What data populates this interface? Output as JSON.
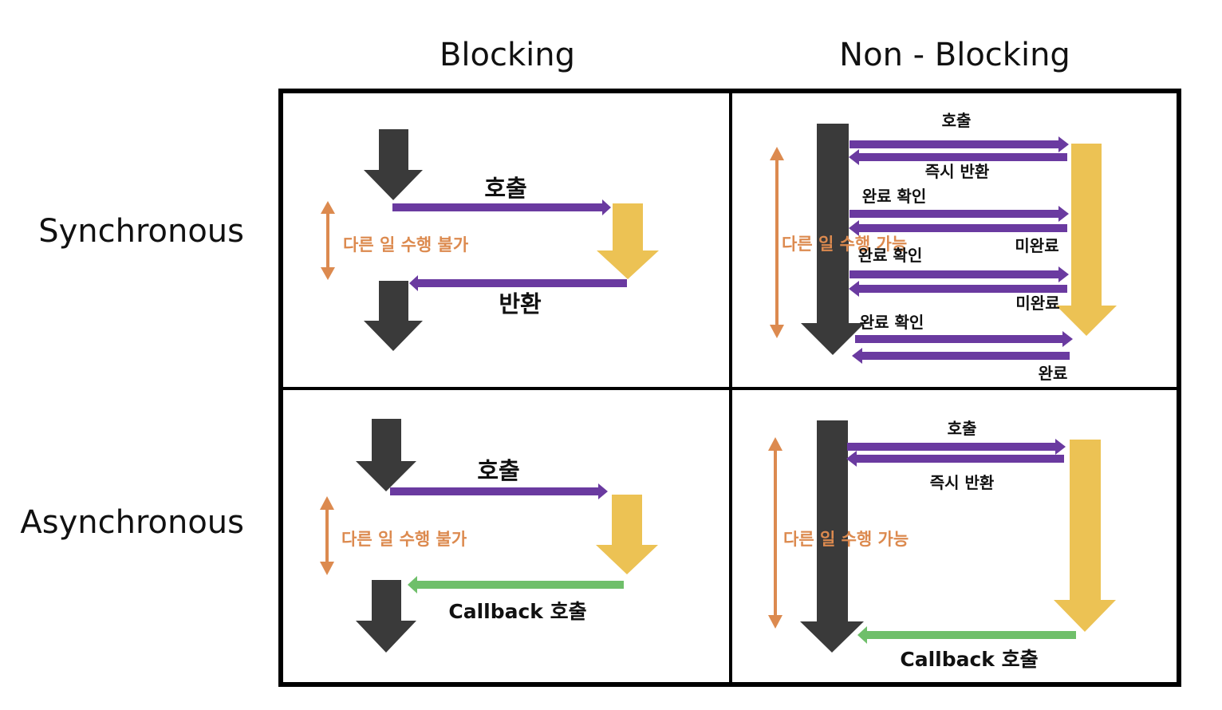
{
  "headers": {
    "columns": [
      "Blocking",
      "Non - Blocking"
    ],
    "rows": [
      "Synchronous",
      "Asynchronous"
    ]
  },
  "colors": {
    "grid": "#000000",
    "caller": "#3a3a3a",
    "callee": "#ecc254",
    "call": "#6a3aa0",
    "callback": "#6fbf6a",
    "duration": "#dc8a4f"
  },
  "cells": {
    "sync_blocking": {
      "call": "호출",
      "ret": "반환",
      "duration": "다른 일 수행 불가"
    },
    "sync_nonblocking": {
      "call": "호출",
      "immediate_return": "즉시 반환",
      "check1": "완료 확인",
      "incomplete1": "미완료",
      "check2": "완료 확인",
      "incomplete2": "미완료",
      "check3": "완료 확인",
      "complete": "완료",
      "duration": "다른 일 수행 가능"
    },
    "async_blocking": {
      "call": "호출",
      "callback": "Callback 호출",
      "duration": "다른 일 수행 불가"
    },
    "async_nonblocking": {
      "call": "호출",
      "immediate_return": "즉시 반환",
      "callback": "Callback 호출",
      "duration": "다른 일 수행 가능"
    }
  }
}
